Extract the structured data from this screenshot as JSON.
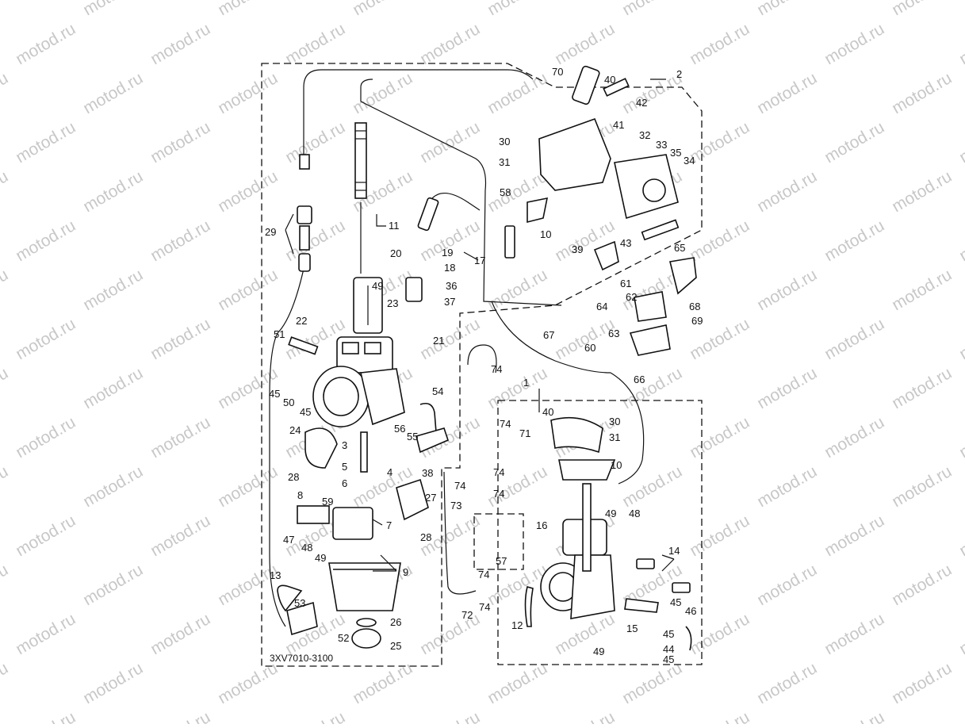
{
  "watermark": "motod.ru",
  "diagram_code": "3XV7010-3100",
  "callouts": {
    "c1": "1",
    "c2": "2",
    "c3": "3",
    "c4": "4",
    "c5": "5",
    "c6": "6",
    "c7": "7",
    "c8": "8",
    "c9": "9",
    "c10a": "10",
    "c10b": "10",
    "c11": "11",
    "c12": "12",
    "c13": "13",
    "c14": "14",
    "c15": "15",
    "c16": "16",
    "c17": "17",
    "c18": "18",
    "c19": "19",
    "c20": "20",
    "c21": "21",
    "c22": "22",
    "c23": "23",
    "c24": "24",
    "c25": "25",
    "c26": "26",
    "c27": "27",
    "c28a": "28",
    "c28b": "28",
    "c29": "29",
    "c30a": "30",
    "c30b": "30",
    "c31a": "31",
    "c31b": "31",
    "c32": "32",
    "c33": "33",
    "c34": "34",
    "c35": "35",
    "c36": "36",
    "c37": "37",
    "c38": "38",
    "c39": "39",
    "c40a": "40",
    "c40b": "40",
    "c41": "41",
    "c42": "42",
    "c43": "43",
    "c44": "44",
    "c45a": "45",
    "c45b": "45",
    "c45c": "45",
    "c45d": "45",
    "c45e": "45",
    "c46": "46",
    "c47": "47",
    "c48a": "48",
    "c48b": "48",
    "c49a": "49",
    "c49b": "49",
    "c49c": "49",
    "c49d": "49",
    "c50": "50",
    "c51": "51",
    "c52": "52",
    "c53": "53",
    "c54": "54",
    "c55": "55",
    "c56": "56",
    "c57": "57",
    "c58": "58",
    "c59": "59",
    "c60": "60",
    "c61": "61",
    "c62": "62",
    "c63": "63",
    "c64": "64",
    "c65": "65",
    "c66": "66",
    "c67": "67",
    "c68": "68",
    "c69": "69",
    "c70": "70",
    "c71": "71",
    "c72": "72",
    "c73": "73",
    "c74a": "74",
    "c74b": "74",
    "c74c": "74",
    "c74d": "74",
    "c74e": "74",
    "c74f": "74",
    "c74g": "74"
  }
}
